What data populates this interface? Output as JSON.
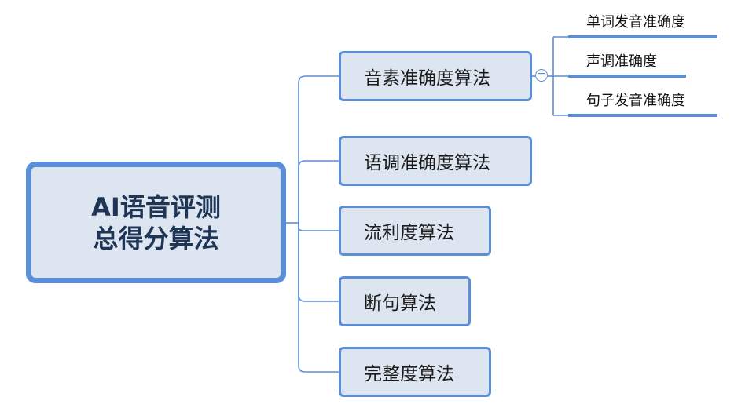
{
  "root": {
    "line1": "AI语音评测",
    "line2": "总得分算法"
  },
  "branches": [
    {
      "label": "音素准确度算法",
      "collapse_icon": "minus-circle-icon",
      "children": [
        "单词发音准确度",
        "声调准确度",
        "句子发音准确度"
      ]
    },
    {
      "label": "语调准确度算法"
    },
    {
      "label": "流利度算法"
    },
    {
      "label": "断句算法"
    },
    {
      "label": "完整度算法"
    }
  ],
  "colors": {
    "node_fill": "#dce5f0",
    "node_border": "#5b8ed6",
    "connector": "#5b8ed6",
    "root_text": "#1f3556"
  }
}
